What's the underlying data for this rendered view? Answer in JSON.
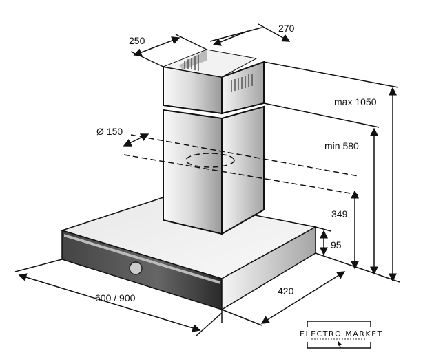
{
  "dimensions": {
    "chimney_depth": "250",
    "chimney_width": "270",
    "duct_diameter": "Ø 150",
    "max_height": "max 1050",
    "min_height": "min 580",
    "duct_height": "349",
    "canopy_height": "95",
    "width": "600 / 900",
    "depth": "420"
  },
  "logo": {
    "text": "ELECTRO MARKET"
  },
  "colors": {
    "line": "#111111",
    "steel_light": "#e6e6e6",
    "steel_dark": "#6f6f6f",
    "front_panel": "#333333"
  }
}
